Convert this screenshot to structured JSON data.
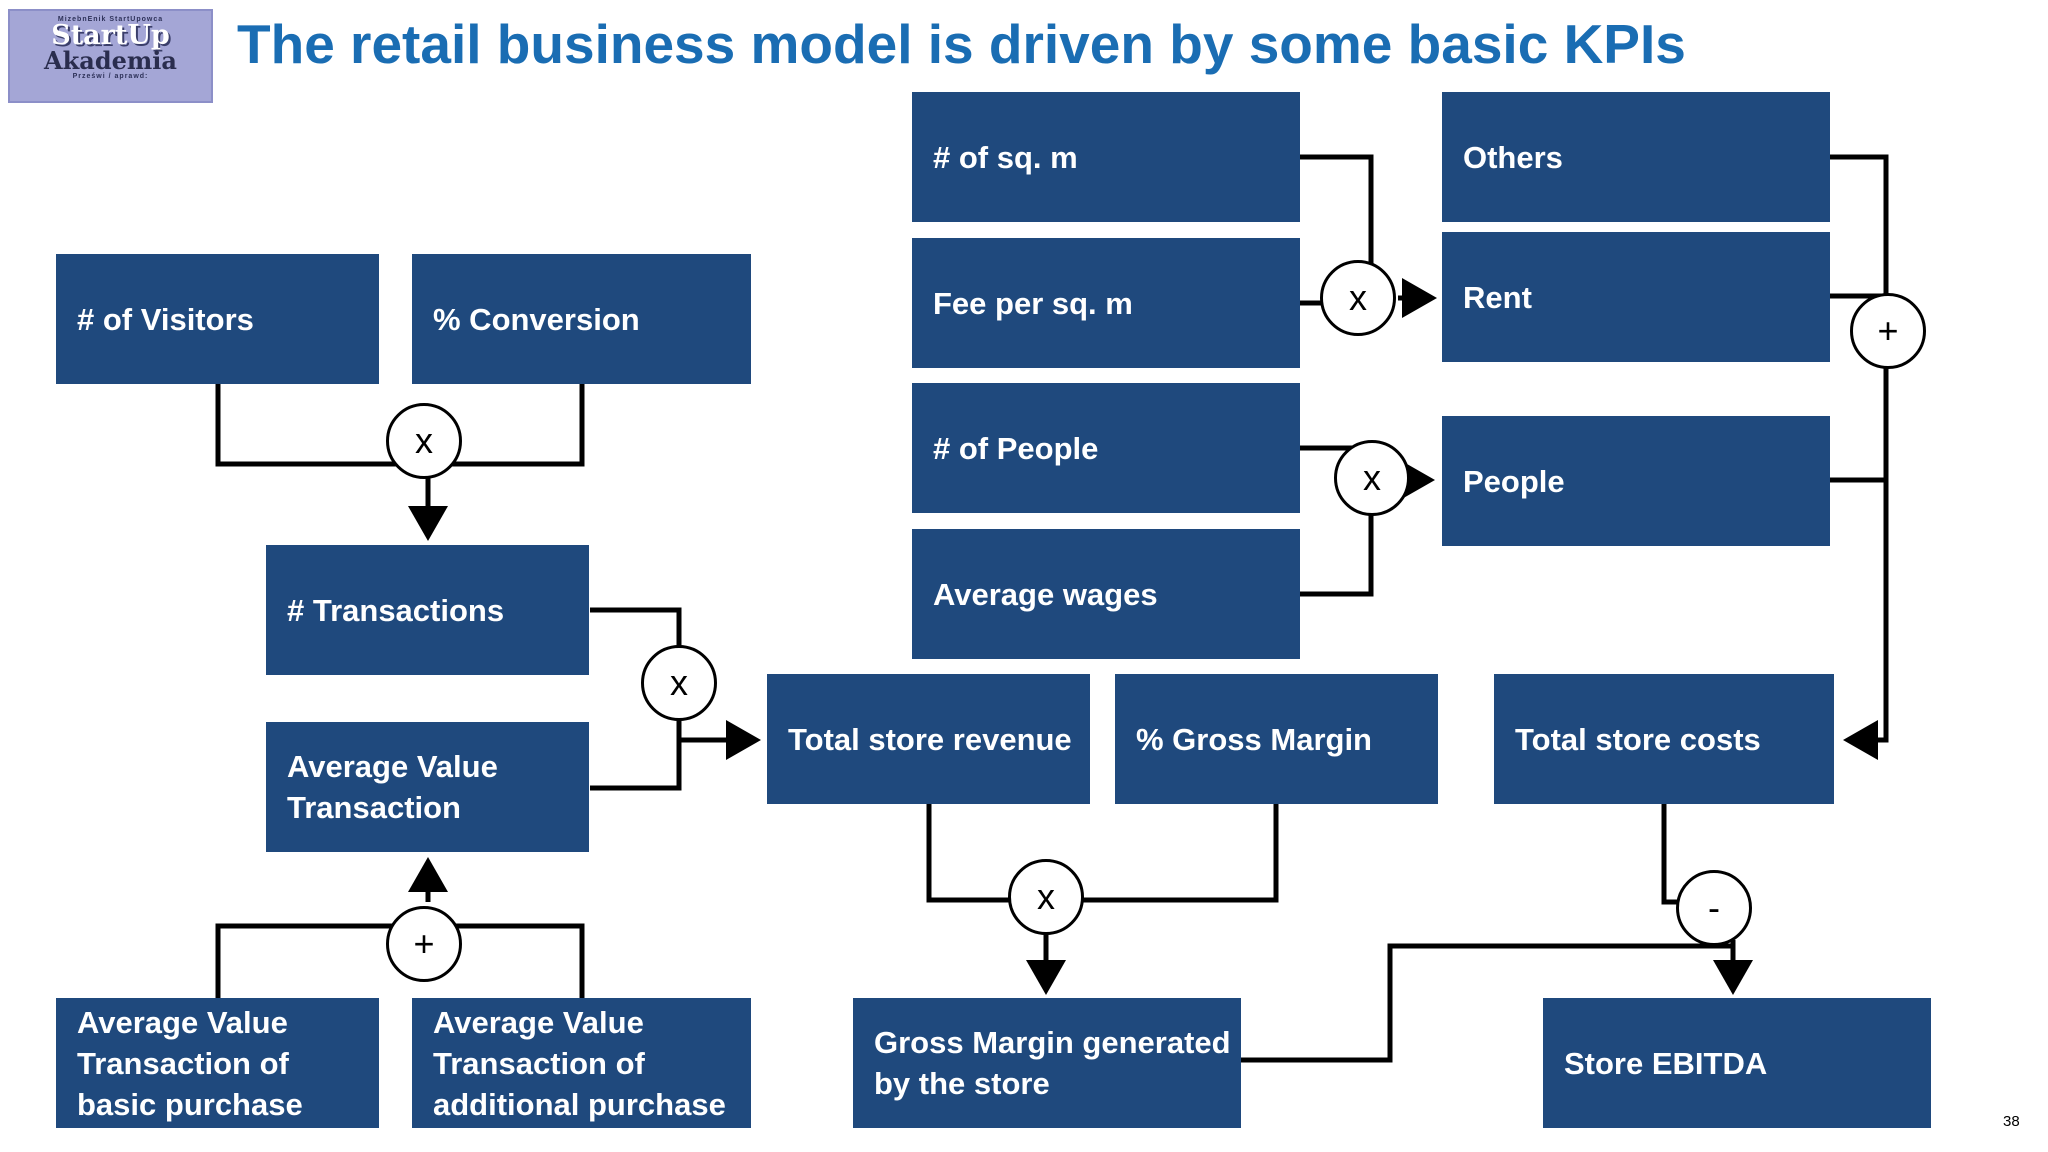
{
  "title": "The retail business model is driven by some basic KPIs",
  "logo": {
    "line1": "StartUp",
    "line2": "Akademia",
    "small_top": "MizebnEnik StartUpowca",
    "small_bottom": "Prześwi / aprawd:"
  },
  "boxes": {
    "visitors": "# of Visitors",
    "conversion": "% Conversion",
    "transactions": "# Transactions",
    "avg_value": "Average Value Transaction",
    "avg_basic": "Average Value Transaction of basic purchase",
    "avg_additional": "Average Value Transaction of additional purchase",
    "sqm": "#  of sq. m",
    "fee": "Fee per sq. m",
    "people_count": "# of People",
    "wages": "Average wages",
    "others": "Others",
    "rent": "Rent",
    "people": "People",
    "revenue": "Total store revenue",
    "gross_margin_pct": "% Gross Margin",
    "store_costs": "Total  store costs",
    "gross_margin_gen": "Gross Margin generated by the store",
    "ebitda": "Store EBITDA"
  },
  "operators": {
    "multiply": "x",
    "plus": "+",
    "minus": "-"
  },
  "page_number": "38",
  "colors": {
    "box_fill": "#1f497d",
    "title": "#1a6db3",
    "connector": "#000000"
  }
}
